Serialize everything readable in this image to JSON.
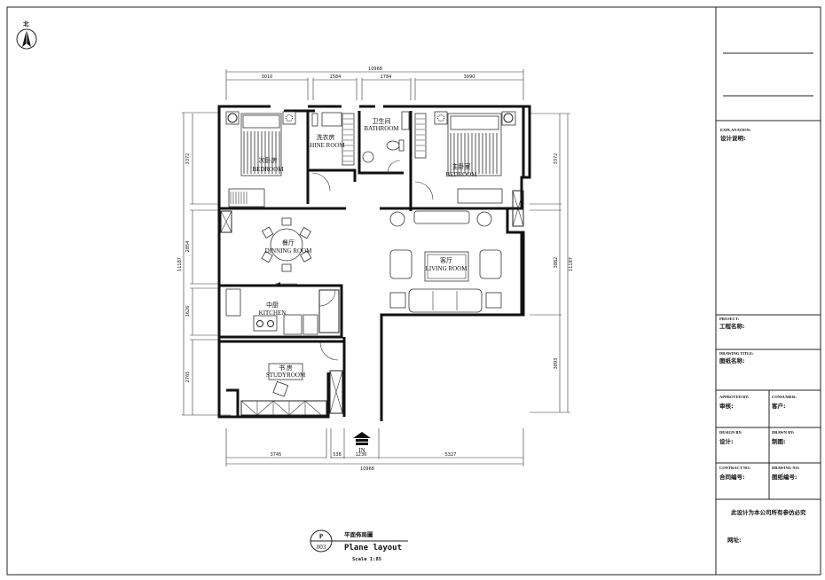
{
  "north_label": "北",
  "dimensions": {
    "top_overall": "10968",
    "top": [
      "3010",
      "1584",
      "1784",
      "3990"
    ],
    "bottom": [
      "3745",
      "538",
      "1236",
      "5327"
    ],
    "bottom_overall": "10968",
    "left": [
      "3372",
      "2854",
      "1626",
      "2765"
    ],
    "left_overall": "11187",
    "right": [
      "3372",
      "3882",
      "3893"
    ],
    "right_overall": "11187"
  },
  "rooms": {
    "second_bedroom": {
      "cn": "次卧房",
      "en": "BEDROOM"
    },
    "laundry": {
      "cn": "洗衣房",
      "en": "SHINE ROOM"
    },
    "bathroom": {
      "cn": "卫生间",
      "en": "BATHROOM"
    },
    "master_bedroom": {
      "cn": "主卧室",
      "en": "BEDROOM"
    },
    "dining": {
      "cn": "餐厅",
      "en": "DINNING ROOM"
    },
    "living": {
      "cn": "客厅",
      "en": "LIVING ROOM"
    },
    "kitchen": {
      "cn": "中厨",
      "en": "KITCHEN"
    },
    "study": {
      "cn": "书 房",
      "en": "STUDYROOM"
    },
    "entrance": "IN"
  },
  "title": {
    "symbol_letter": "P",
    "symbol_number": "003",
    "cn": "平面佈局圖",
    "en": "Plane layout",
    "scale": "Scale 1:85"
  },
  "title_block": {
    "explanation_en": "EXPLANATION:",
    "explanation_cn": "设计说明:",
    "project_en": "PROJECT:",
    "project_cn": "工程名称:",
    "drawing_title_en": "DRAWING TITLE:",
    "drawing_title_cn": "图纸名称:",
    "approved_en": "APPROVED BY:",
    "approved_cn": "审核:",
    "consumer_en": "CONSUMER:",
    "consumer_cn": "客户:",
    "design_en": "DESIGN BY:",
    "design_cn": "设计:",
    "drawn_en": "DRAWN BY:",
    "drawn_cn": "制图:",
    "contract_en": "CONTRACT NO:",
    "contract_cn": "合同编号:",
    "drawing_no_en": "DRAWING NO:",
    "drawing_no_cn": "图纸编号:",
    "copyright": "此设计为本公司所有参仿必究",
    "website": "网址:"
  }
}
